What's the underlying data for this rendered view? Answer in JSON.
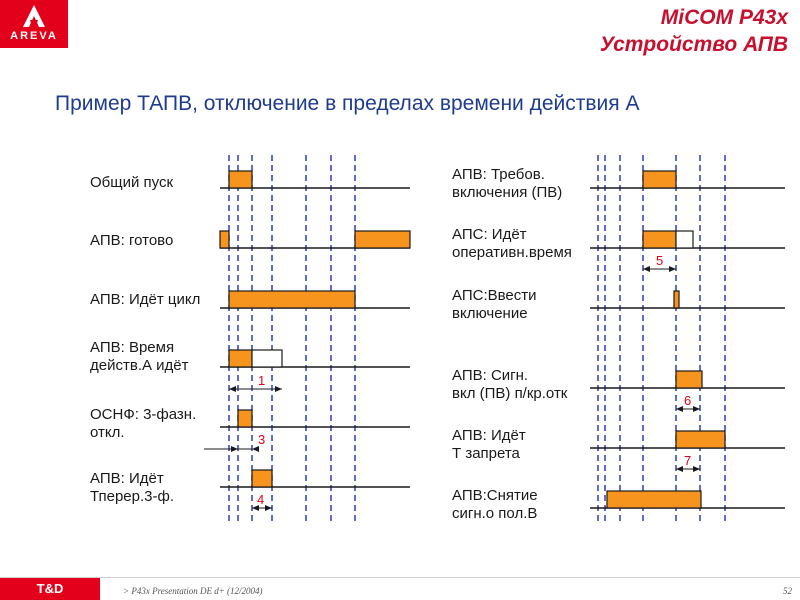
{
  "header": {
    "logo_text": "AREVA",
    "title_line1": "MiCOM P43x",
    "title_line2": "Устройство АПВ"
  },
  "subtitle": "Пример ТАПВ, отключение в пределах времени действия А",
  "colors": {
    "accent": "#c8102e",
    "pulse_fill": "#f7941d",
    "gridline": "#2b3bbf",
    "text": "#1a1a1a"
  },
  "left_signals": [
    {
      "name": "Общий пуск"
    },
    {
      "name": "АПВ: готово"
    },
    {
      "name": "АПВ: Идёт цикл"
    },
    {
      "name": "АПВ: Время\nдейств.А идёт"
    },
    {
      "name": "ОСНФ: 3-фазн.\nоткл."
    },
    {
      "name": "АПВ: Идёт\nТперер.3-ф."
    }
  ],
  "right_signals": [
    {
      "name": "АПВ: Требов.\nвключения (ПВ)"
    },
    {
      "name": "АПС: Идёт\nоперативн.время"
    },
    {
      "name": "АПС:Ввести\nвключение"
    },
    {
      "name": "АПВ: Сигн.\nвкл (ПВ) п/кр.отк"
    },
    {
      "name": "АПВ: Идёт\nТ запрета"
    },
    {
      "name": "АПВ:Снятие\nсигн.о пол.В"
    }
  ],
  "markers": [
    "1",
    "3",
    "4",
    "5",
    "6",
    "7"
  ],
  "footer": {
    "brand": "T&D",
    "text": "> P43x Presentation DE d+  (12/2004)",
    "page": "52"
  }
}
